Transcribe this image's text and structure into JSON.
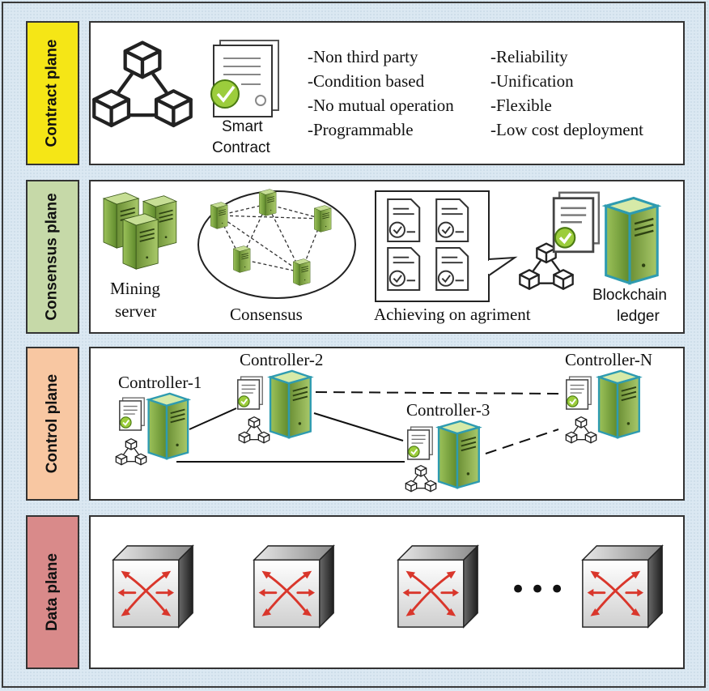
{
  "planes": {
    "contract": {
      "label": "Contract plane",
      "color": "#f5e616"
    },
    "consensus": {
      "label": "Consensus plane",
      "color": "#c6d9a8"
    },
    "control": {
      "label": "Control plane",
      "color": "#f8c7a2"
    },
    "data": {
      "label": "Data plane",
      "color": "#d98a8a"
    }
  },
  "contract": {
    "smart_contract_line1": "Smart",
    "smart_contract_line2": "Contract",
    "features_left": [
      "-Non third party",
      "-Condition based",
      "-No mutual operation",
      "-Programmable"
    ],
    "features_right": [
      "-Reliability",
      "-Unification",
      "-Flexible",
      "-Low cost deployment"
    ]
  },
  "consensus": {
    "mining_line1": "Mining",
    "mining_line2": "server",
    "consensus_label": "Consensus",
    "agreement_label": "Achieving on agriment",
    "ledger_line1": "Blockchain",
    "ledger_line2": "ledger"
  },
  "control": {
    "controllers": [
      "Controller-1",
      "Controller-2",
      "Controller-3",
      "Controller-N"
    ]
  },
  "data": {
    "ellipsis": "•••"
  },
  "colors": {
    "server_green": "#8fb54a",
    "server_teal": "#2e9bb0",
    "switch_arrow": "#d9362b"
  }
}
